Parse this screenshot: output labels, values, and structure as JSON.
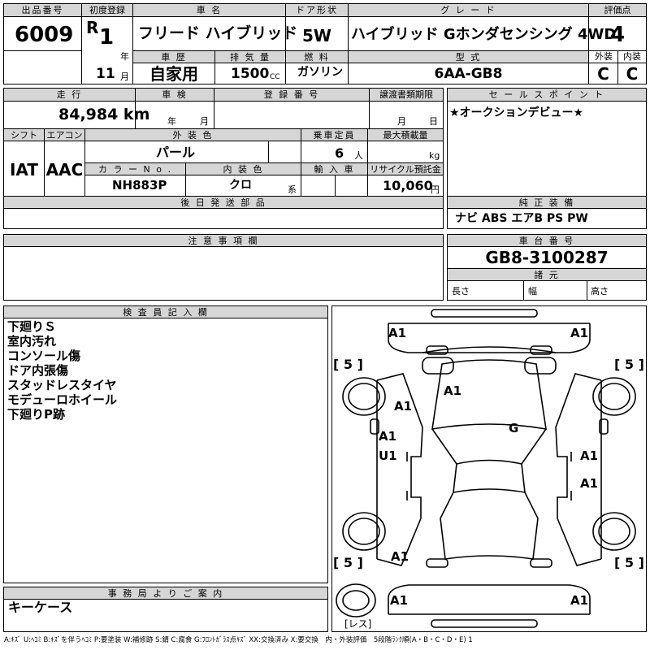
{
  "header": {
    "lot_no_label": "出品番号",
    "lot_no": "6009",
    "first_reg_label": "初度登録",
    "era": "R",
    "first_reg_year": "1",
    "year_unit": "年",
    "first_reg_month": "11",
    "month_unit": "月",
    "car_name_label": "車 名",
    "car_name": "フリード ハイブリッド",
    "door_label": "ドア形状",
    "door": "5W",
    "grade_label": "グ レ ー ド",
    "grade": "ハイブリッド Gホンダセンシング 4WD",
    "score_label": "評価点",
    "score": "4",
    "history_label": "車 歴",
    "history": "自家用",
    "displacement_label": "排 気 量",
    "displacement": "1500",
    "cc_unit": "CC",
    "fuel_label": "燃 料",
    "fuel": "ガソリン",
    "model_label": "型 式",
    "model": "6AA-GB8",
    "ext_label": "外装",
    "ext_grade": "C",
    "int_label": "内装",
    "int_grade": "C"
  },
  "row2": {
    "mileage_label": "走 行",
    "mileage": "84,984 km",
    "inspection_label": "車 検",
    "inspection_year_unit": "年",
    "inspection_month_unit": "月",
    "reg_no_label": "登 録 番 号",
    "transfer_label": "譲渡書類期限",
    "transfer_month_unit": "月",
    "transfer_day_unit": "日",
    "selling_label": "セ ー ル ス ポ イ ン ト",
    "selling": "★オークションデビュー★"
  },
  "row3": {
    "shift_label": "シフト",
    "shift": "IAT",
    "ac_label": "エアコン",
    "ac": "AAC",
    "ext_color_label": "外 装 色",
    "ext_color": "パール",
    "capacity_label": "乗車定員",
    "capacity": "6",
    "capacity_unit": "人",
    "max_load_label": "最大積載量",
    "max_load_unit": "kg",
    "color_no_label": "カ ラ ー N o .",
    "color_no": "NH883P",
    "int_color_label": "内 装 色",
    "int_color": "クロ",
    "int_color_unit": "系",
    "import_label": "輸 入 車",
    "recycle_label": "リサイクル預託金",
    "recycle": "10,060",
    "recycle_unit": "円"
  },
  "later_parts_label": "後 日 発 送 部 品",
  "equipment_label": "純 正 装 備",
  "equipment": "ナビ ABS エアB PS PW",
  "notes_label": "注 意 事 項 欄",
  "chassis_label": "車 台 番 号",
  "chassis_no": "GB8-3100287",
  "specs_label": "諸 元",
  "len_label": "長さ",
  "width_label": "幅",
  "height_label": "高さ",
  "inspector_label": "検 査 員 記 入 欄",
  "inspector_notes": [
    "下廻りＳ",
    "室内汚れ",
    "コンソール傷",
    "ドア内張傷",
    "スタッドレスタイヤ",
    "モデューロホイール",
    "下廻りP跡"
  ],
  "office_label": "事 務 局 よ り ご 案 内",
  "office_note": "キーケース",
  "diagram": {
    "marks": [
      "A1",
      "A1",
      "A1",
      "A1",
      "A1",
      "U1",
      "G",
      "A1",
      "A1",
      "A1",
      "A1",
      "A1"
    ],
    "brackets": [
      "[ 5 ]",
      "[ 5 ]",
      "[ 5 ]",
      "[ 5 ]"
    ],
    "spare": "[レス]"
  },
  "legend": "A:ｷｽﾞ U:ﾍｺﾐ B:ｷｽﾞを伴うﾍｺﾐ P:要塗装 W:補修跡 S:錆 C:腐食 G:ﾌﾛﾝﾄｶﾞﾗｽ点ｷｽﾞ XX:交換済み X:要交換　内・外装評価　5段階ﾗﾝｸ順(A・B・C・D・E) 1"
}
